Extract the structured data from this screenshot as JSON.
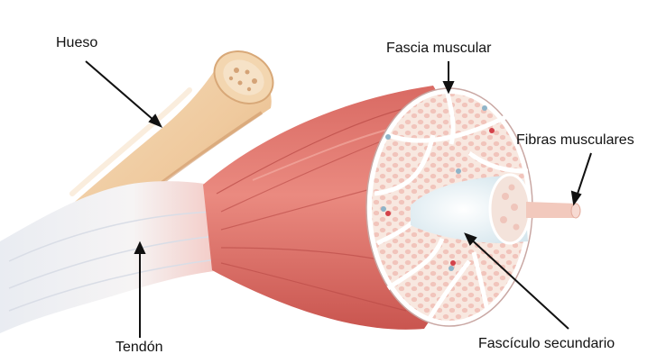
{
  "labels": {
    "bone": "Hueso",
    "fascia": "Fascia muscular",
    "fibers": "Fibras musculares",
    "tendon": "Tendón",
    "fascicle": "Fascículo secundario"
  },
  "colors": {
    "bone": "#f2d3ad",
    "bone_shade": "#dba97a",
    "muscle": "#e57b72",
    "muscle_dark": "#c9554f",
    "tendon": "#f2f2f6",
    "fascicle_fill": "#f7e6df",
    "fascicle_border": "#ffffff",
    "leader_line": "#111111"
  }
}
